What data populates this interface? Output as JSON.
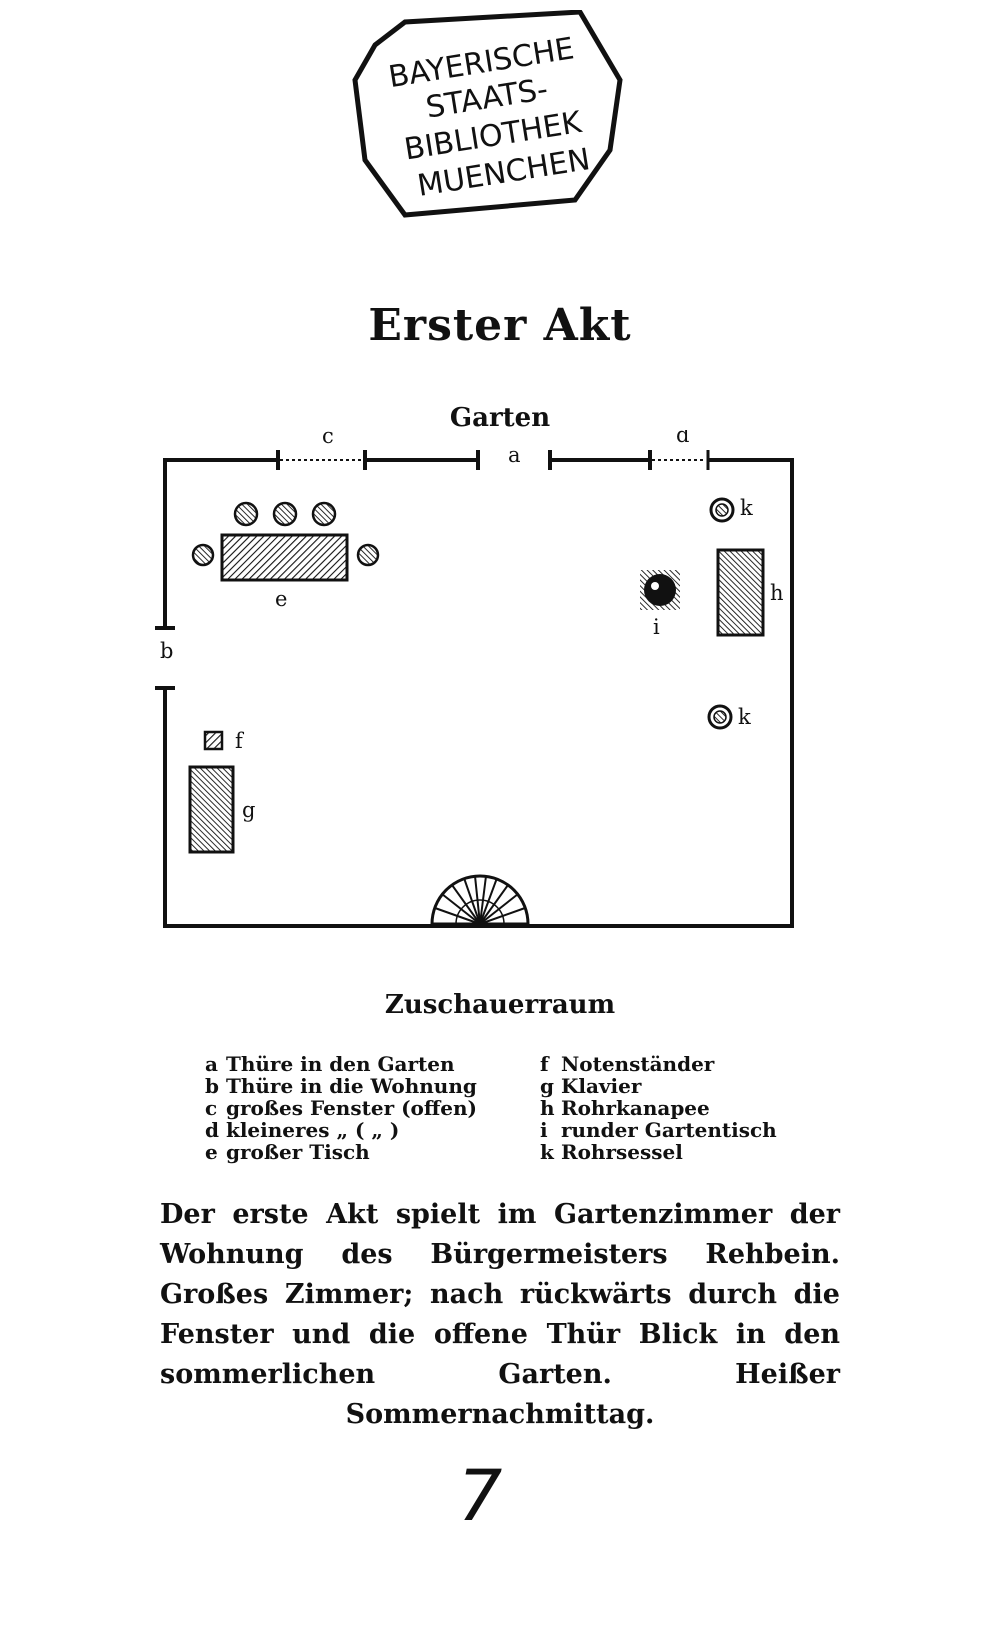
{
  "stamp": {
    "lines": [
      "BAYERISCHE",
      "STAATS-",
      "BIBLIOTHEK",
      "MUENCHEN"
    ]
  },
  "act_title": "Erster Akt",
  "plan": {
    "top_label": "Garten",
    "bottom_label": "Zuschauerraum",
    "markers": {
      "a": "a",
      "b": "b",
      "c": "c",
      "d": "d",
      "e": "e",
      "f": "f",
      "g": "g",
      "h": "h",
      "i": "i",
      "k1": "k",
      "k2": "k"
    }
  },
  "legend": {
    "left": [
      {
        "key": "a",
        "text": "Thüre in den Garten"
      },
      {
        "key": "b",
        "text": "Thüre in die Wohnung"
      },
      {
        "key": "c",
        "text": "großes Fenster (offen)"
      },
      {
        "key": "d",
        "text": "kleineres „ ( „ )"
      },
      {
        "key": "e",
        "text": "großer Tisch"
      }
    ],
    "right": [
      {
        "key": "f",
        "text": "Notenständer"
      },
      {
        "key": "g",
        "text": "Klavier"
      },
      {
        "key": "h",
        "text": "Rohrkanapee"
      },
      {
        "key": "i",
        "text": "runder Gartentisch"
      },
      {
        "key": "k",
        "text": "Rohrsessel"
      }
    ]
  },
  "direction": "Der erste Akt spielt im Gartenzimmer der Wohnung des Bürgermeisters Rehbein. Großes Zimmer; nach rückwärts durch die Fenster und die offene Thür Blick in den sommerlichen Garten. Heißer Sommernachmittag.",
  "page_number": "7"
}
